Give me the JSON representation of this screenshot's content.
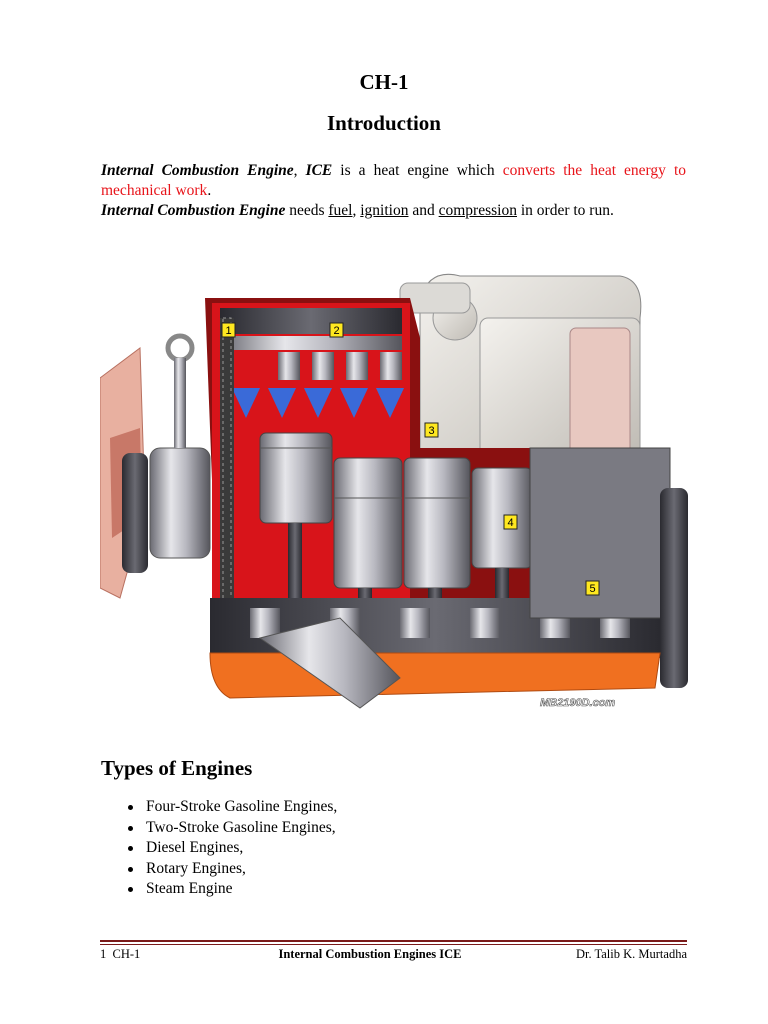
{
  "heading": {
    "chapter": "CH-1",
    "title": "Introduction"
  },
  "intro": {
    "p1": {
      "term": "Internal Combustion Engine",
      "sep": ", ",
      "abbr": "ICE",
      "text": " is a heat engine which ",
      "highlight": "converts the heat energy to mechanical work",
      "end": "."
    },
    "p2": {
      "term": "Internal Combustion Engine",
      "text1": " needs ",
      "req1": "fuel",
      "sep1": ", ",
      "req2": "ignition",
      "sep2": " and ",
      "req3": "compression",
      "text2": " in order to run."
    }
  },
  "figure": {
    "watermark": "MB2190D.com",
    "labels": [
      "1",
      "2",
      "3",
      "4",
      "5"
    ]
  },
  "types": {
    "heading": "Types of Engines",
    "items": [
      "Four-Stroke Gasoline Engines,",
      "Two-Stroke Gasoline Engines,",
      "Diesel Engines,",
      "Rotary Engines,",
      "Steam Engine"
    ]
  },
  "footer": {
    "page": "1",
    "chapter": "CH-1",
    "title": "Internal Combustion Engines  ICE",
    "author": "Dr. Talib K. Murtadha"
  },
  "colors": {
    "highlight": "#e8141a",
    "rule": "#7a1a1a",
    "engine_red": "#d8141a",
    "oil_pan": "#f07020"
  }
}
